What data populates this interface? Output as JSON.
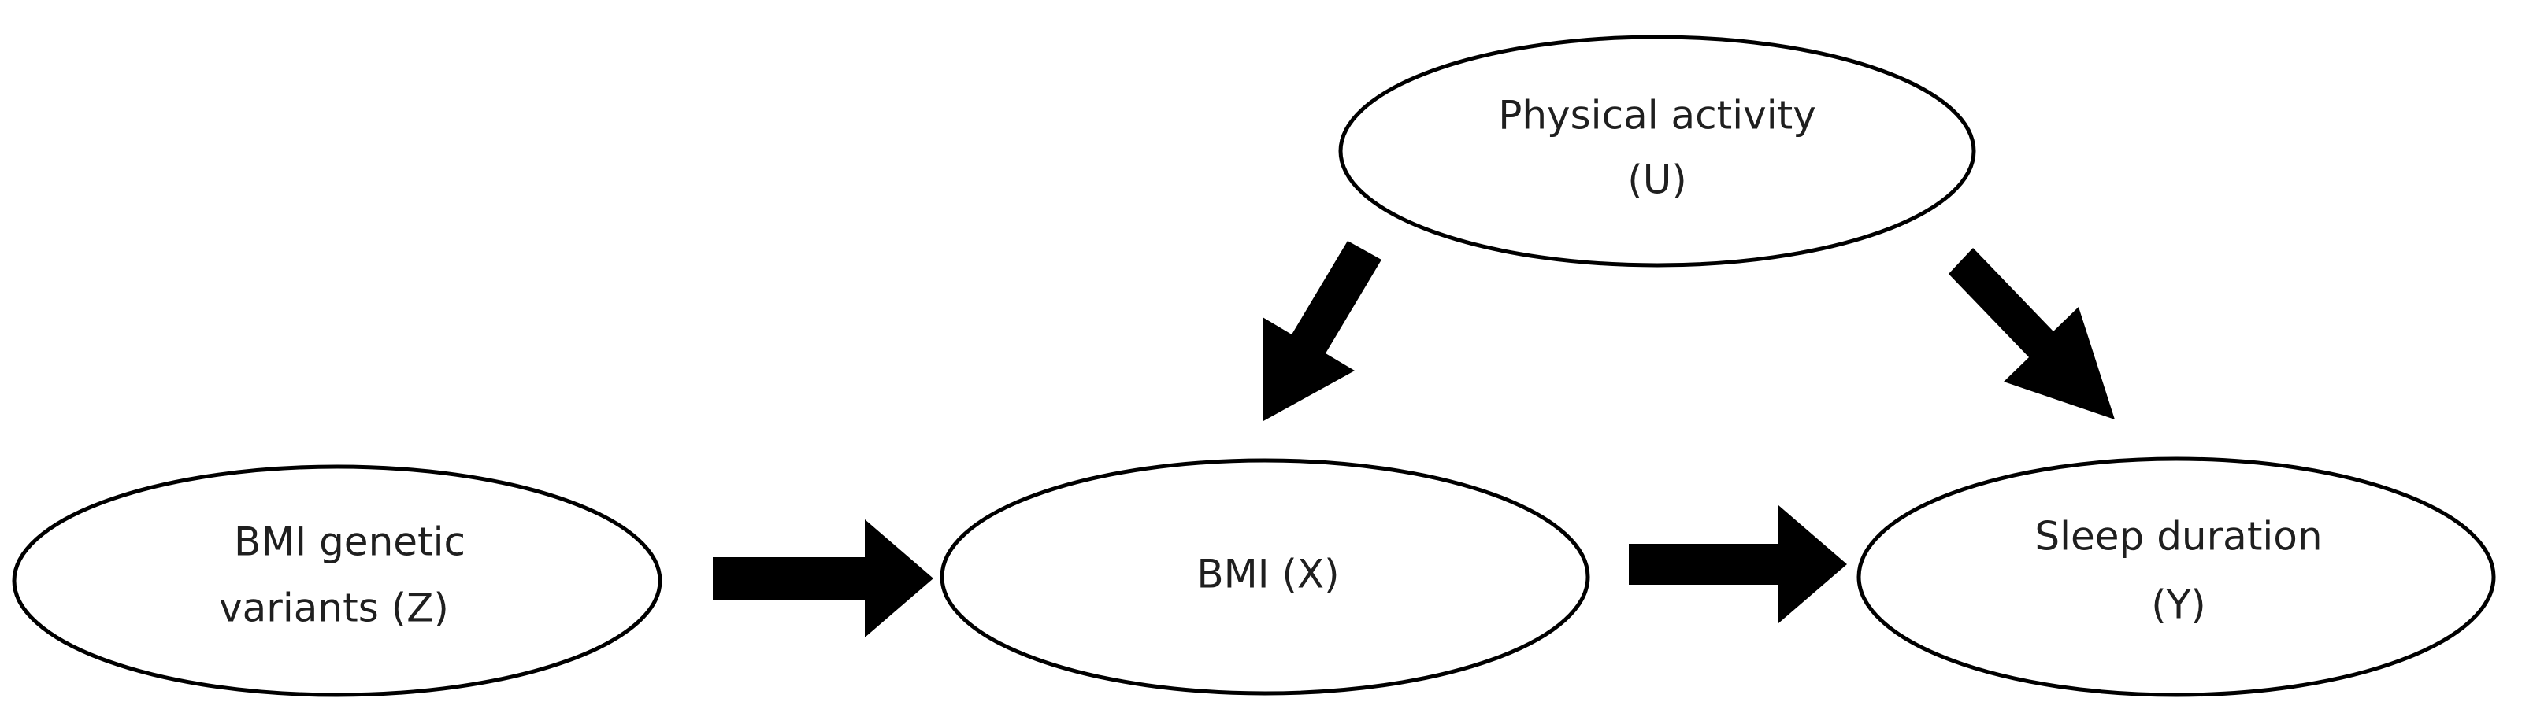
{
  "nodes": {
    "physical_activity": {
      "line1": "Physical activity",
      "line2": "(U)"
    },
    "genetic_variants": {
      "line1": "BMI genetic",
      "line2": "variants (Z)"
    },
    "bmi": {
      "line1": "BMI (X)"
    },
    "sleep_duration": {
      "line1": "Sleep duration",
      "line2": "(Y)"
    }
  },
  "edges": [
    {
      "from": "genetic_variants",
      "to": "bmi"
    },
    {
      "from": "bmi",
      "to": "sleep_duration"
    },
    {
      "from": "physical_activity",
      "to": "bmi"
    },
    {
      "from": "physical_activity",
      "to": "sleep_duration"
    }
  ],
  "colors": {
    "stroke": "#000000",
    "arrow": "#000000",
    "text": "#1f1f1f",
    "background": "#ffffff"
  }
}
